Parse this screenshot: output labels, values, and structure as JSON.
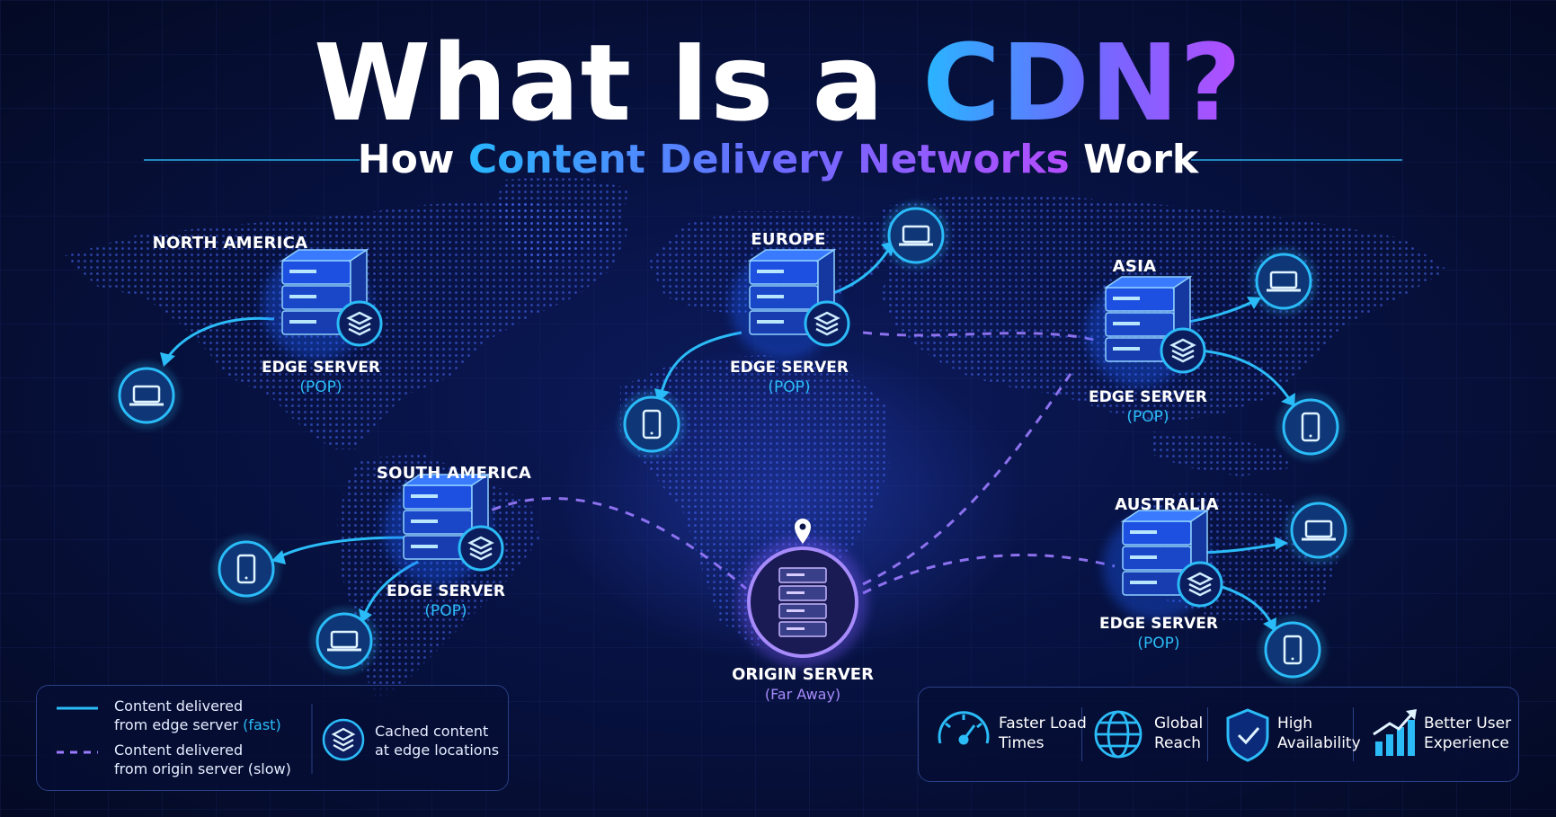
{
  "title": {
    "prefix": "What Is a",
    "highlight": "CDN?"
  },
  "subtitle": {
    "prefix": "How",
    "highlight": "Content Delivery Networks",
    "suffix": "Work"
  },
  "regions": {
    "north_america": "NORTH AMERICA",
    "south_america": "SOUTH AMERICA",
    "europe": "EUROPE",
    "asia": "ASIA",
    "australia": "AUSTRALIA"
  },
  "edge_server": {
    "label": "EDGE SERVER",
    "pop": "(POP)"
  },
  "origin_server": {
    "label": "ORIGIN SERVER",
    "note": "(Far Away)"
  },
  "legend": {
    "edge": {
      "line1": "Content delivered",
      "line2_prefix": "from edge server",
      "line2_highlight": "(fast)"
    },
    "origin": {
      "line1": "Content delivered",
      "line2": "from origin server (slow)"
    },
    "cache": {
      "line1": "Cached content",
      "line2": "at edge locations"
    }
  },
  "features": [
    {
      "icon": "speedometer-icon",
      "line1": "Faster Load",
      "line2": "Times"
    },
    {
      "icon": "globe-icon",
      "line1": "Global",
      "line2": "Reach"
    },
    {
      "icon": "shield-check-icon",
      "line1": "High",
      "line2": "Availability"
    },
    {
      "icon": "growth-chart-icon",
      "line1": "Better User",
      "line2": "Experience"
    }
  ],
  "colors": {
    "background": "#040a24",
    "edge_line": "#2bbcf8",
    "origin_line": "#9b7bff",
    "server": "#1f5fff",
    "origin_server": "#7a5cff"
  }
}
